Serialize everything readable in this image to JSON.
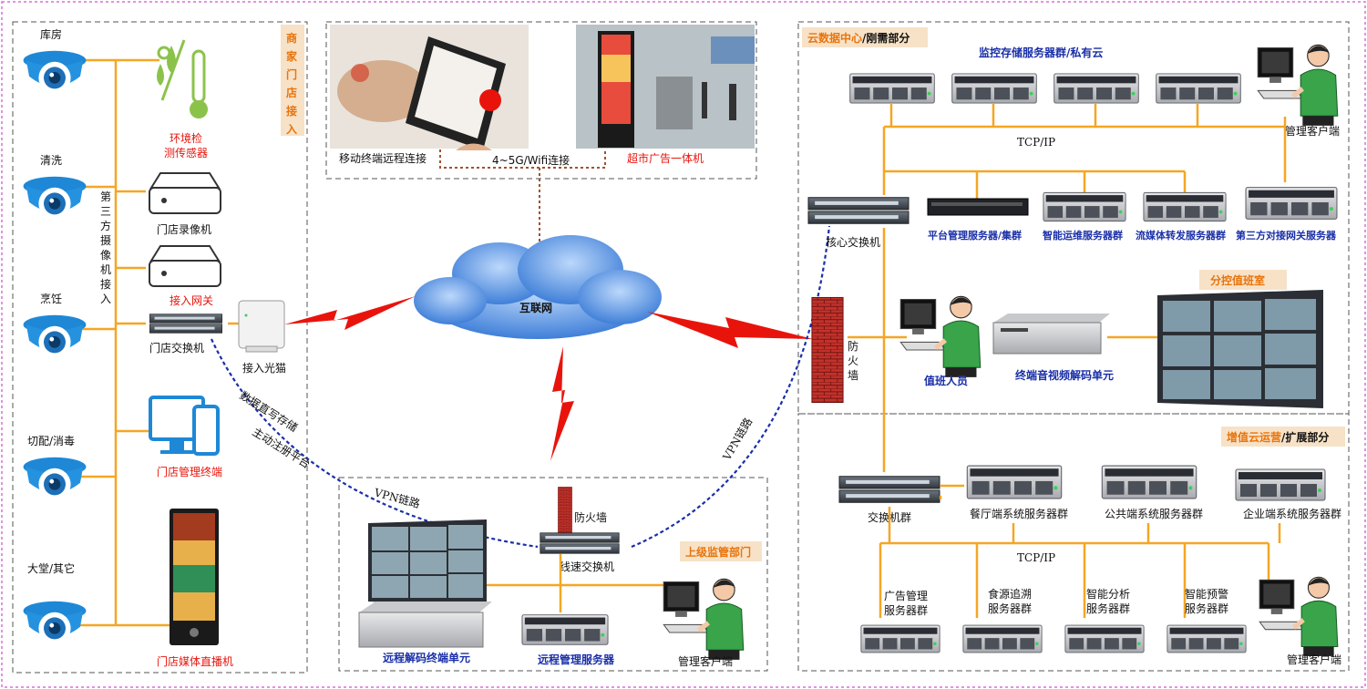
{
  "sections": {
    "store": "商家门店接入",
    "cloud_a": "云数据中心",
    "cloud_b": "刚需部分",
    "vas_a": "增值云运营",
    "vas_b": "扩展部分",
    "supervisor": "上级监管部门",
    "monitor_room": "分控值班室"
  },
  "cameras": [
    "库房",
    "清洗",
    "烹饪",
    "切配/消毒",
    "大堂/其它"
  ],
  "third_party_camera": "第三方摄像机接入",
  "store_devices": {
    "env_sensor_1": "环境检",
    "env_sensor_2": "测传感器",
    "nvr": "门店录像机",
    "gateway": "接入网关",
    "store_switch": "门店交换机",
    "optical_modem": "接入光猫",
    "mgmt_terminal": "门店管理终端",
    "media_player": "门店媒体直播机"
  },
  "top_panel": {
    "mobile": "移动终端远程连接",
    "link": "4~5G/Wifi连接",
    "kiosk": "超市广告一体机"
  },
  "internet": "互联网",
  "links": {
    "storage_1": "数据直写存储",
    "storage_2": "主动注册平台",
    "vpn_left": "VPN链路",
    "vpn_right": "VPN链路",
    "tcp_top": "TCP/IP",
    "tcp_bottom": "TCP/IP"
  },
  "cloud": {
    "storage_cluster": "监控存储服务器群/私有云",
    "mgmt_client": "管理客户端",
    "core_switch": "核心交换机",
    "servers": [
      "平台管理服务器/集群",
      "智能运维服务器群",
      "流媒体转发服务器群",
      "第三方对接网关服务器"
    ],
    "firewall_1": "防",
    "firewall_2": "火",
    "firewall_3": "墙",
    "duty_person": "值班人员",
    "decoder": "终端音视频解码单元"
  },
  "vas": {
    "switch_group": "交换机群",
    "upper": [
      "餐厅端系统服务器群",
      "公共端系统服务器群",
      "企业端系统服务器群"
    ],
    "lower": [
      [
        "广告管理",
        "服务器群"
      ],
      [
        "食源追溯",
        "服务器群"
      ],
      [
        "智能分析",
        "服务器群"
      ],
      [
        "智能预警",
        "服务器群"
      ]
    ],
    "client": "管理客户端"
  },
  "supervision": {
    "firewall": "防火墙",
    "line_switch": "线速交换机",
    "decoder": "远程解码终端单元",
    "server": "远程管理服务器",
    "client": "管理客户端"
  },
  "colors": {
    "orange": "#f5a623",
    "red": "#e8140c",
    "blue": "#1a2fa8",
    "camera_blue": "#1e88d6",
    "cloud_blue": "#4f8fe0"
  }
}
